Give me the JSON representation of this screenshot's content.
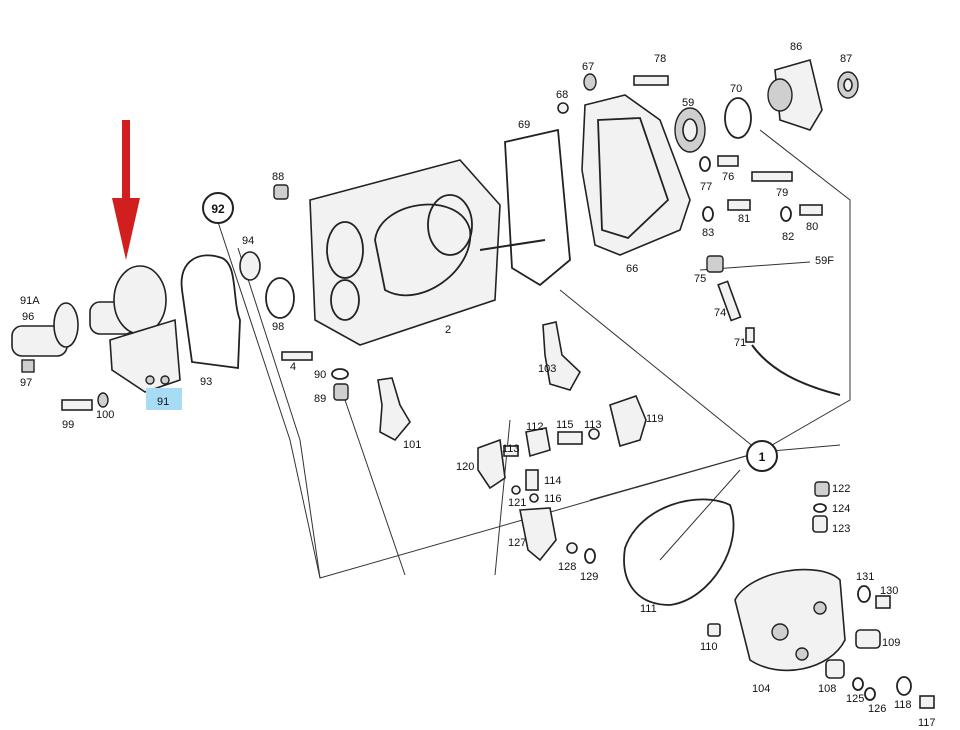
{
  "diagram": {
    "callouts": [
      "1",
      "92"
    ],
    "highlight": {
      "label": "91",
      "color": "#a8dcf4"
    },
    "arrow_color": "#d11f1f",
    "part_labels": {
      "p91A": "91A",
      "p96": "96",
      "p97": "97",
      "p99": "99",
      "p100": "100",
      "p93": "93",
      "p94": "94",
      "p98": "98",
      "p88": "88",
      "p4": "4",
      "p2": "2",
      "p90": "90",
      "p89": "89",
      "p101": "101",
      "p103": "103",
      "p69": "69",
      "p68": "68",
      "p67": "67",
      "p78": "78",
      "p59": "59",
      "p70": "70",
      "p86": "86",
      "p87": "87",
      "p66": "66",
      "p77": "77",
      "p76": "76",
      "p79": "79",
      "p83": "83",
      "p81": "81",
      "p82": "82",
      "p80": "80",
      "p59F": "59F",
      "p75": "75",
      "p74": "74",
      "p71": "71",
      "p112": "112",
      "p113a": "113",
      "p115": "115",
      "p113b": "113",
      "p119": "119",
      "p120": "120",
      "p114": "114",
      "p116": "116",
      "p121": "121",
      "p127": "127",
      "p128": "128",
      "p129": "129",
      "p111": "111",
      "p122": "122",
      "p124": "124",
      "p123": "123",
      "p131": "131",
      "p130": "130",
      "p109": "109",
      "p110": "110",
      "p104": "104",
      "p108": "108",
      "p125": "125",
      "p126": "126",
      "p118": "118",
      "p117": "117"
    }
  }
}
